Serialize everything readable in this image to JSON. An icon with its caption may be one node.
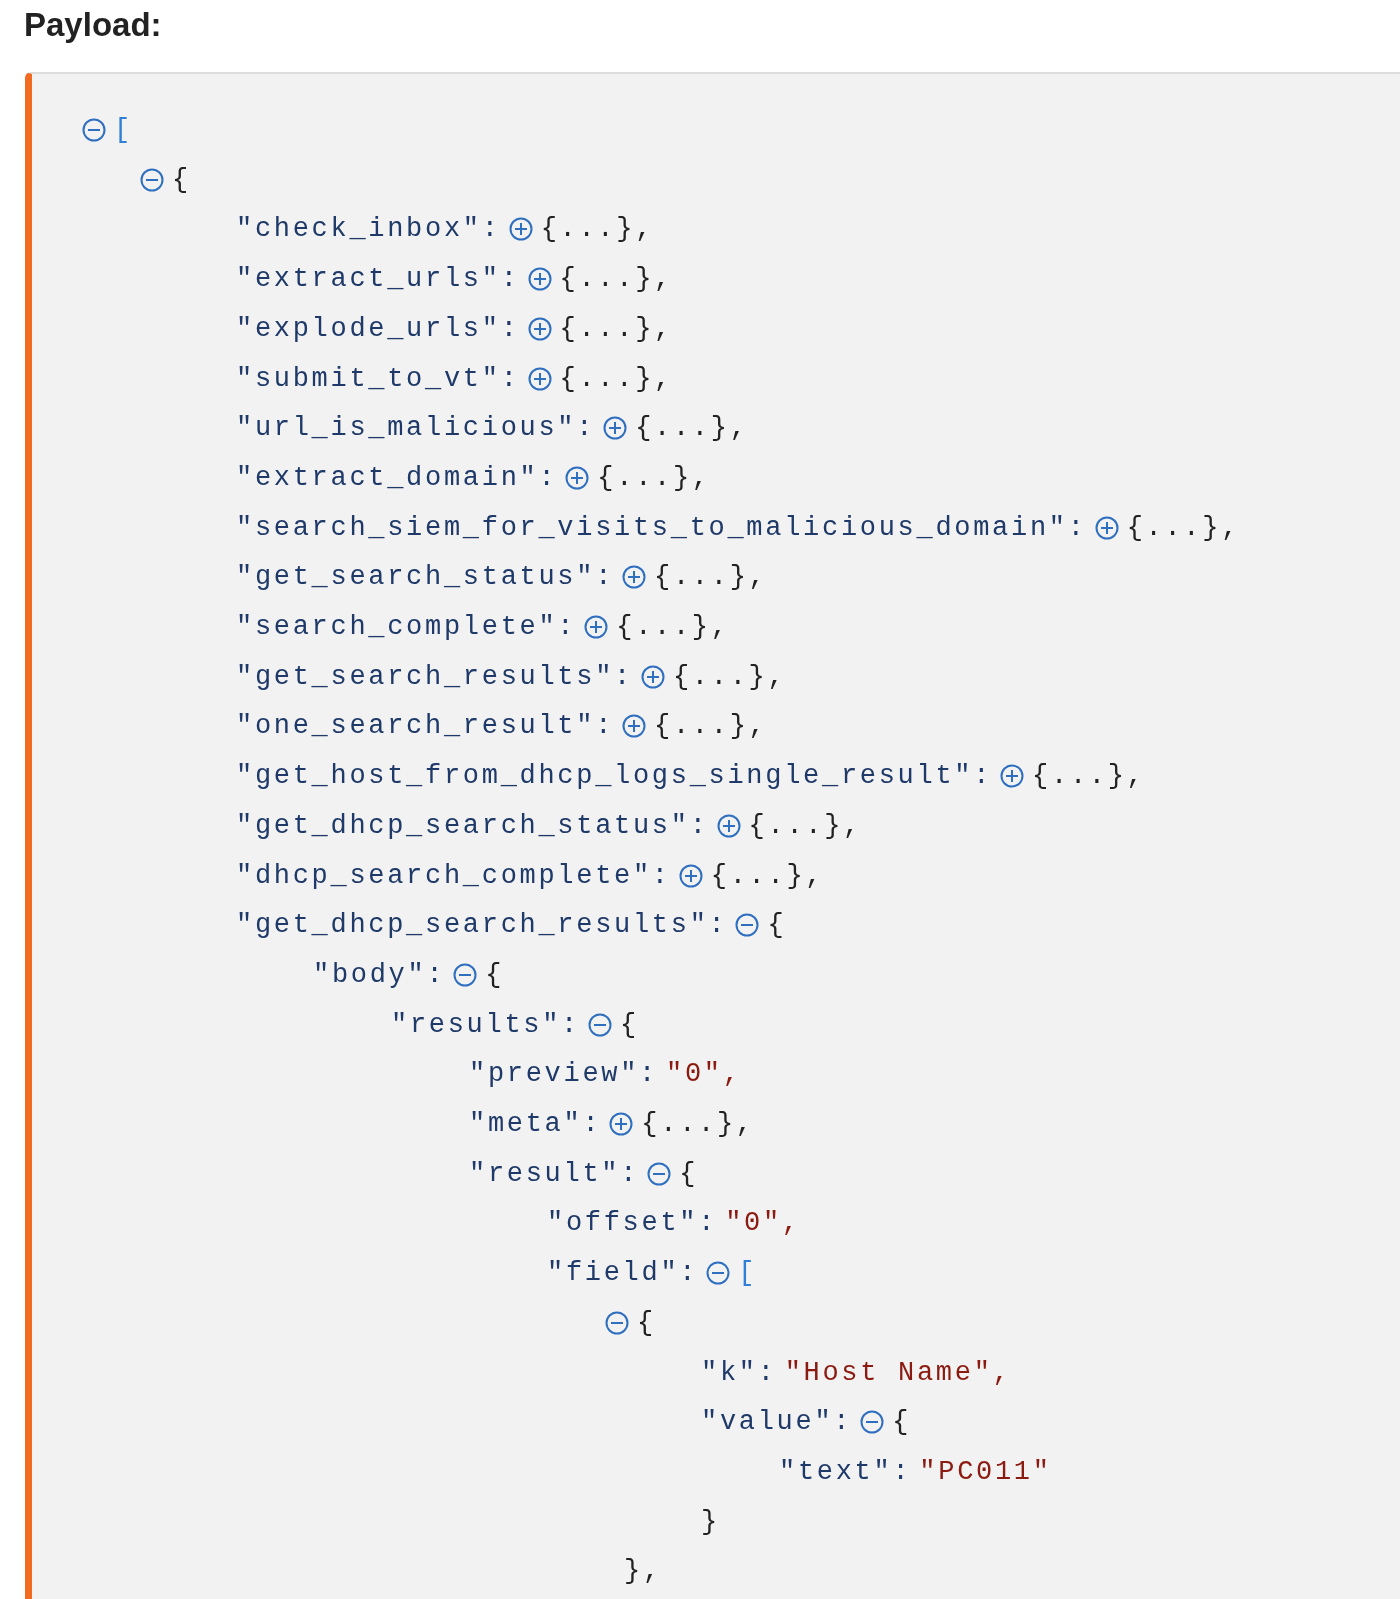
{
  "diagram": {
    "title": "Payload:",
    "labels": [
      "[",
      "{",
      "\"check_inbox\":",
      "{...},",
      "\"extract_urls\":",
      "{...},",
      "\"explode_urls\":",
      "{...},",
      "\"submit_to_vt\":",
      "{...},",
      "\"url_is_malicious\":",
      "{...},",
      "\"extract_domain\":",
      "{...},",
      "\"search_siem_for_visits_to_malicious_domain\":",
      "{...},",
      "\"get_search_status\":",
      "{...},",
      "\"search_complete\":",
      "{...},",
      "\"get_search_results\":",
      "{...},",
      "\"one_search_result\":",
      "{...},",
      "\"get_host_from_dhcp_logs_single_result\":",
      "{...},",
      "\"get_dhcp_search_status\":",
      "{...},",
      "\"dhcp_search_complete\":",
      "{...},",
      "\"get_dhcp_search_results\":",
      "{",
      "\"body\":",
      "{",
      "\"results\":",
      "{",
      "\"preview\":",
      "\"0\",",
      "\"meta\":",
      "{...},",
      "\"result\":",
      "{",
      "\"offset\":",
      "\"0\",",
      "\"field\":",
      "[",
      "{",
      "\"k\":",
      "\"Host Name\",",
      "\"value\":",
      "{",
      "\"text\":",
      "\"PC011\"",
      "}",
      "},"
    ]
  }
}
